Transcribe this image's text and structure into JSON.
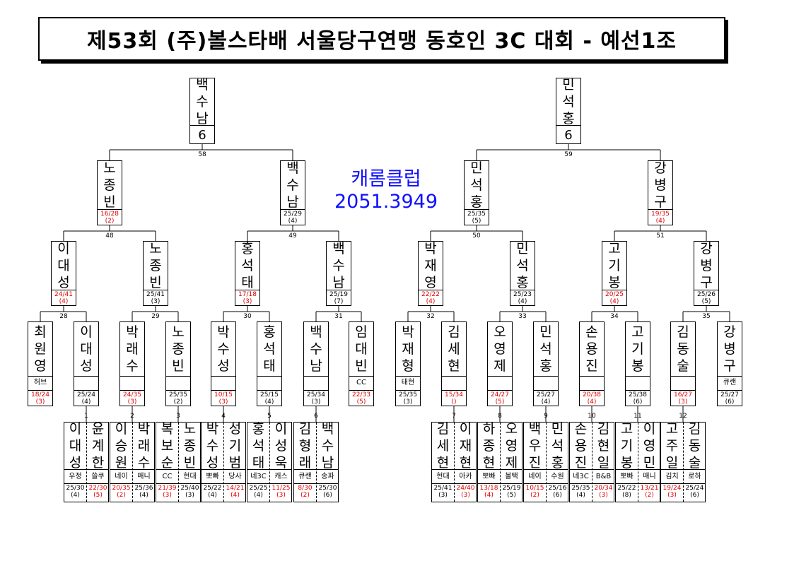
{
  "title": "제53회 (주)볼스타배 서울당구연맹 동호인 3C 대회 - 예선1조",
  "club": {
    "name": "캐롬클럽",
    "code": "2051.3949"
  },
  "colors": {
    "club_text": "#1010ff",
    "loss_score": "#e00000"
  },
  "winners": [
    {
      "name": "백수남",
      "mark": "6"
    },
    {
      "name": "민석홍",
      "mark": "6"
    }
  ],
  "semis": [
    {
      "name": "노종빈",
      "score": "16/28",
      "rank": "(2)",
      "loss": true
    },
    {
      "name": "백수남",
      "score": "25/29",
      "rank": "(4)",
      "loss": false
    },
    {
      "name": "민석홍",
      "score": "25/35",
      "rank": "(5)",
      "loss": false
    },
    {
      "name": "강병구",
      "score": "19/35",
      "rank": "(4)",
      "loss": true
    }
  ],
  "round2": [
    {
      "name": "이대성",
      "score": "24/41",
      "rank": "(4)",
      "loss": true
    },
    {
      "name": "노종빈",
      "score": "25/41",
      "rank": "(3)",
      "loss": false
    },
    {
      "name": "홍석태",
      "score": "17/18",
      "rank": "(3)",
      "loss": true
    },
    {
      "name": "백수남",
      "score": "25/19",
      "rank": "(7)",
      "loss": false
    },
    {
      "name": "박재영",
      "score": "22/22",
      "rank": "(4)",
      "loss": true
    },
    {
      "name": "민석홍",
      "score": "25/23",
      "rank": "(4)",
      "loss": false
    },
    {
      "name": "고기봉",
      "score": "20/25",
      "rank": "(4)",
      "loss": true
    },
    {
      "name": "강병구",
      "score": "25/26",
      "rank": "(5)",
      "loss": false
    }
  ],
  "round1": [
    {
      "name": "최원영",
      "aff": "허브",
      "score": "18/24",
      "rank": "(3)",
      "loss": true
    },
    {
      "name": "이대성",
      "aff": "",
      "score": "25/24",
      "rank": "(4)",
      "loss": false
    },
    {
      "name": "박래수",
      "aff": "",
      "score": "24/35",
      "rank": "(3)",
      "loss": true
    },
    {
      "name": "노종빈",
      "aff": "",
      "score": "25/35",
      "rank": "(2)",
      "loss": false
    },
    {
      "name": "박수성",
      "aff": "",
      "score": "10/15",
      "rank": "(3)",
      "loss": true
    },
    {
      "name": "홍석태",
      "aff": "",
      "score": "25/15",
      "rank": "(4)",
      "loss": false
    },
    {
      "name": "백수남",
      "aff": "",
      "score": "25/34",
      "rank": "(3)",
      "loss": false
    },
    {
      "name": "임대빈",
      "aff": "CC",
      "score": "22/33",
      "rank": "(5)",
      "loss": true
    },
    {
      "name": "박재형",
      "aff": "태현",
      "score": "25/35",
      "rank": "(3)",
      "loss": false
    },
    {
      "name": "김세현",
      "aff": "",
      "score": "15/34",
      "rank": "()",
      "loss": true
    },
    {
      "name": "오영제",
      "aff": "",
      "score": "24/27",
      "rank": "(5)",
      "loss": true
    },
    {
      "name": "민석홍",
      "aff": "",
      "score": "25/27",
      "rank": "(4)",
      "loss": false
    },
    {
      "name": "손용진",
      "aff": "",
      "score": "20/38",
      "rank": "(4)",
      "loss": true
    },
    {
      "name": "고기봉",
      "aff": "",
      "score": "25/38",
      "rank": "(6)",
      "loss": false
    },
    {
      "name": "김동술",
      "aff": "",
      "score": "16/27",
      "rank": "(3)",
      "loss": true
    },
    {
      "name": "강병구",
      "aff": "큐랜",
      "score": "25/27",
      "rank": "(6)",
      "loss": false
    }
  ],
  "prelims": [
    {
      "p1": {
        "name": "이대성",
        "aff": "우정",
        "score": "25/30",
        "rank": "(4)",
        "loss": false
      },
      "p2": {
        "name": "윤계한",
        "aff": "쓸쿠",
        "score": "22/30",
        "rank": "(5)",
        "loss": true
      }
    },
    {
      "p1": {
        "name": "이승원",
        "aff": "네이",
        "score": "20/35",
        "rank": "(2)",
        "loss": true
      },
      "p2": {
        "name": "박래수",
        "aff": "매니",
        "score": "25/36",
        "rank": "(4)",
        "loss": false
      }
    },
    {
      "p1": {
        "name": "복보순",
        "aff": "CC",
        "score": "21/39",
        "rank": "(3)",
        "loss": true
      },
      "p2": {
        "name": "노종빈",
        "aff": "현대",
        "score": "25/40",
        "rank": "(3)",
        "loss": false
      }
    },
    {
      "p1": {
        "name": "박수성",
        "aff": "뽀빠",
        "score": "25/22",
        "rank": "(4)",
        "loss": false
      },
      "p2": {
        "name": "성기범",
        "aff": "당사",
        "score": "14/21",
        "rank": "(4)",
        "loss": true
      }
    },
    {
      "p1": {
        "name": "홍석태",
        "aff": "네3C",
        "score": "25/25",
        "rank": "(4)",
        "loss": false
      },
      "p2": {
        "name": "이성욱",
        "aff": "캐스",
        "score": "11/25",
        "rank": "(3)",
        "loss": true
      }
    },
    {
      "p1": {
        "name": "김형래",
        "aff": "큐랜",
        "score": "8/30",
        "rank": "(2)",
        "loss": true
      },
      "p2": {
        "name": "백수남",
        "aff": "송파",
        "score": "25/30",
        "rank": "(6)",
        "loss": false
      }
    },
    {
      "p1": {
        "name": "김세현",
        "aff": "현대",
        "score": "25/41",
        "rank": "(3)",
        "loss": false
      },
      "p2": {
        "name": "이재현",
        "aff": "아카",
        "score": "24/40",
        "rank": "(3)",
        "loss": true
      }
    },
    {
      "p1": {
        "name": "하종현",
        "aff": "뽀빠",
        "score": "13/18",
        "rank": "(4)",
        "loss": true
      },
      "p2": {
        "name": "오영제",
        "aff": "볼택",
        "score": "25/19",
        "rank": "(5)",
        "loss": false
      }
    },
    {
      "p1": {
        "name": "백우진",
        "aff": "네이",
        "score": "10/15",
        "rank": "(2)",
        "loss": true
      },
      "p2": {
        "name": "민석홍",
        "aff": "수원",
        "score": "25/16",
        "rank": "(6)",
        "loss": false
      }
    },
    {
      "p1": {
        "name": "손용진",
        "aff": "네3C",
        "score": "25/35",
        "rank": "(4)",
        "loss": false
      },
      "p2": {
        "name": "김현일",
        "aff": "B&B",
        "score": "20/34",
        "rank": "(3)",
        "loss": true
      }
    },
    {
      "p1": {
        "name": "고기봉",
        "aff": "뽀빠",
        "score": "25/22",
        "rank": "(8)",
        "loss": false
      },
      "p2": {
        "name": "이영민",
        "aff": "매니",
        "score": "13/21",
        "rank": "(2)",
        "loss": true
      }
    },
    {
      "p1": {
        "name": "고주일",
        "aff": "김치",
        "score": "19/24",
        "rank": "(3)",
        "loss": true
      },
      "p2": {
        "name": "김동술",
        "aff": "로하",
        "score": "25/24",
        "rank": "(6)",
        "loss": false
      }
    }
  ],
  "match_numbers": {
    "final": [
      "58",
      "59"
    ],
    "semi": [
      "48",
      "49",
      "50",
      "51"
    ],
    "r2": [
      "28",
      "29",
      "30",
      "31",
      "32",
      "33",
      "34",
      "35"
    ],
    "r1": [
      "1",
      "2",
      "3",
      "4",
      "5",
      "6",
      "7",
      "8",
      "9",
      "10",
      "11",
      "12"
    ]
  }
}
